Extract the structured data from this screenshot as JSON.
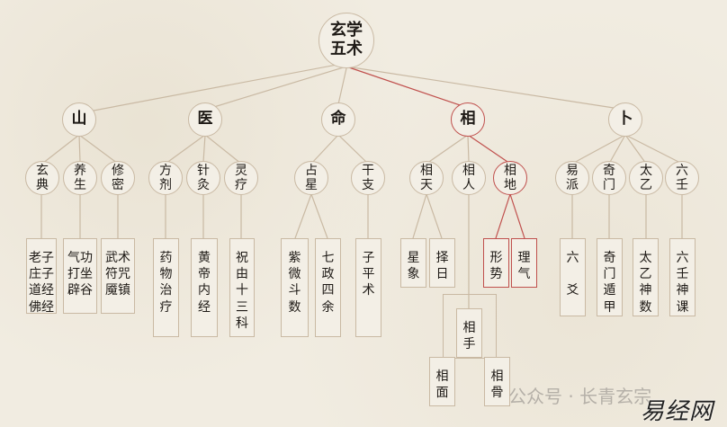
{
  "root": "玄学\n五术",
  "l1": [
    "山",
    "医",
    "命",
    "相",
    "卜"
  ],
  "l2": [
    "玄\n典",
    "养\n生",
    "修\n密",
    "方\n剂",
    "针\n灸",
    "灵\n疗",
    "占\n星",
    "干\n支",
    "相\n天",
    "相\n人",
    "相\n地",
    "易\n派",
    "奇\n门",
    "太\n乙",
    "六\n壬"
  ],
  "leaves": [
    "老子\n庄子\n道经\n佛经",
    "气功\n打坐\n辟谷",
    "武术\n符咒\n魇镇",
    "药\n物\n治\n疗",
    "黄\n帝\n内\n经",
    "祝\n由\n十\n三\n科",
    "紫\n微\n斗\n数",
    "七\n政\n四\n余",
    "子\n平\n术",
    "星\n象",
    "择\n日",
    "形\n势",
    "理\n气",
    "六\n\n爻",
    "奇\n门\n遁\n甲",
    "太\n乙\n神\n数",
    "六\n壬\n神\n课"
  ],
  "xiangren": {
    "hand": "相\n手",
    "face": "相\n面",
    "bone": "相\n骨"
  },
  "watermark": "公众号 · 长青玄宗",
  "logo": "易经网",
  "colors": {
    "line": "#c9b9a3",
    "highlight": "#c0504d"
  }
}
